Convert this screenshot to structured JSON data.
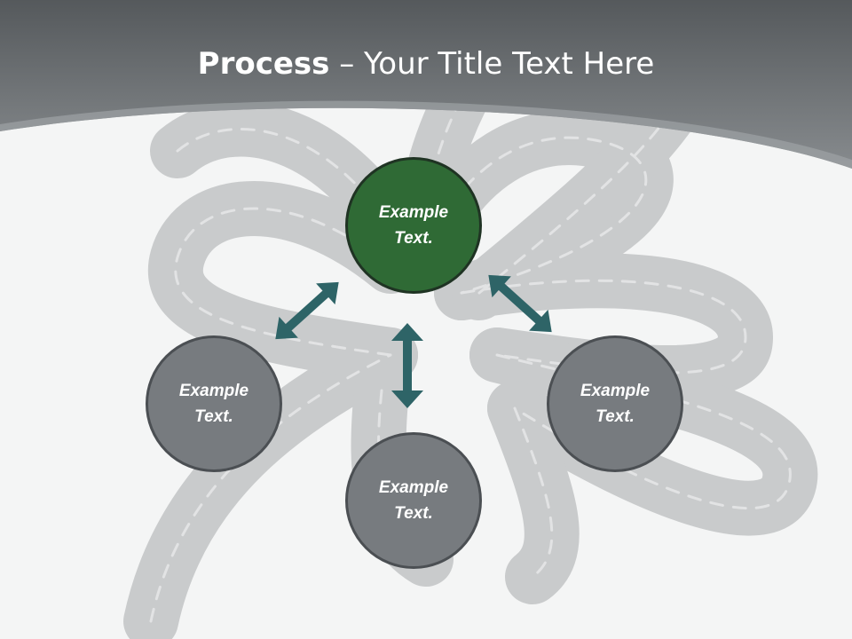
{
  "title": {
    "bold": "Process",
    "separator": " – ",
    "rest": "Your Title Text Here"
  },
  "colors": {
    "header": "#6e7275",
    "primary_node": "#2f6a35",
    "secondary_node": "#777b7f",
    "arrow": "#2e6467",
    "road": "#cfd1d2"
  },
  "nodes": {
    "top": {
      "line1": "Example",
      "line2": "Text."
    },
    "left": {
      "line1": "Example",
      "line2": "Text."
    },
    "bottom": {
      "line1": "Example",
      "line2": "Text."
    },
    "right": {
      "line1": "Example",
      "line2": "Text."
    }
  }
}
